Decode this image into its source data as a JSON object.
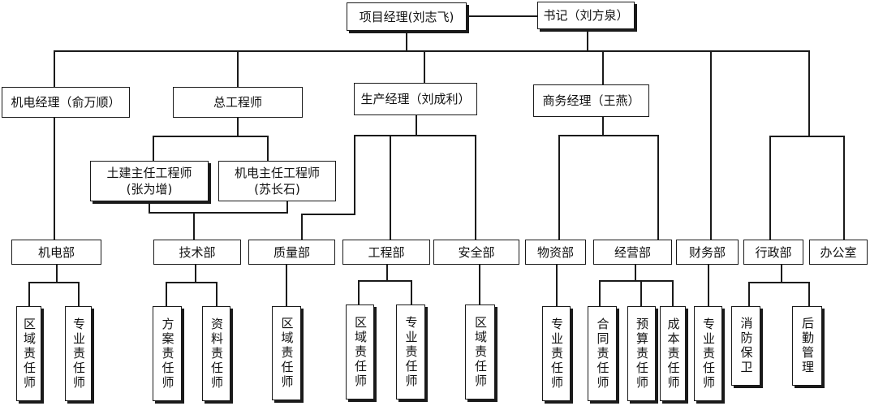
{
  "nodes": {
    "project_manager": "项目经理(刘志飞)",
    "secretary": "书记（刘方泉）",
    "mech_manager": "机电经理（俞万顺）",
    "chief_engineer": "总工程师",
    "production_manager": "生产经理（刘成利）",
    "business_manager": "商务经理（王燕）",
    "civil_chief_line1": "土建主任工程师",
    "civil_chief_line2": "(张为增)",
    "mech_chief_line1": "机电主任工程师",
    "mech_chief_line2": "(苏长石)",
    "dept_mech": "机电部",
    "dept_tech": "技术部",
    "dept_quality": "质量部",
    "dept_engineering": "工程部",
    "dept_safety": "安全部",
    "dept_materials": "物资部",
    "dept_operation": "经营部",
    "dept_finance": "财务部",
    "dept_admin": "行政部",
    "dept_office": "办公室"
  },
  "roles": {
    "mech_area": "区域责任师",
    "mech_specialty": "专业责任师",
    "tech_plan": "方案责任师",
    "tech_data": "资料责任师",
    "quality_area": "区域责任师",
    "eng_area": "区域责任师",
    "eng_specialty": "专业责任师",
    "safety_area": "区域责任师",
    "materials_specialty": "专业责任师",
    "op_contract": "合同责任师",
    "op_budget": "预算责任师",
    "op_cost": "成本责任师",
    "finance_specialty": "专业责任师",
    "admin_fire": "消防保卫",
    "admin_logistics": "后勤管理"
  }
}
